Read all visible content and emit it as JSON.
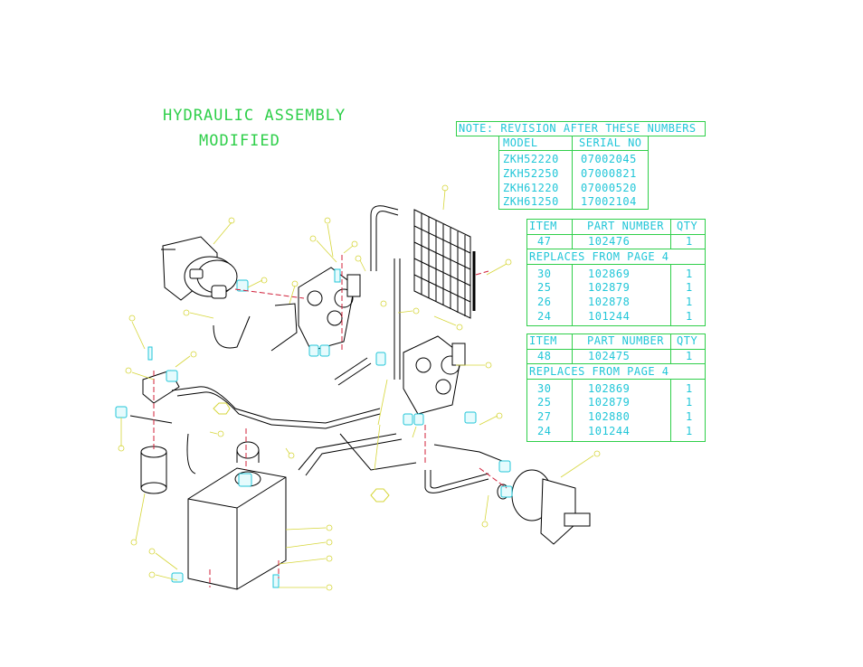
{
  "title": {
    "line1": "HYDRAULIC ASSEMBLY",
    "line2": "MODIFIED"
  },
  "note_table": {
    "header": "NOTE: REVISION AFTER THESE NUMBERS",
    "col_model": "MODEL",
    "col_serial": "SERIAL NO",
    "rows": [
      {
        "model": "ZKH52220",
        "serial": "07002045"
      },
      {
        "model": "ZKH52250",
        "serial": "07000821"
      },
      {
        "model": "ZKH61220",
        "serial": "07000520"
      },
      {
        "model": "ZKH61250",
        "serial": "17002104"
      }
    ]
  },
  "parts_table_1": {
    "col_item": "ITEM",
    "col_part": "PART NUMBER",
    "col_qty": "QTY",
    "new_row": {
      "item": "47",
      "part": "102476",
      "qty": "1"
    },
    "replaces_label": "REPLACES FROM PAGE 4",
    "rows": [
      {
        "item": "30",
        "part": "102869",
        "qty": "1"
      },
      {
        "item": "25",
        "part": "102879",
        "qty": "1"
      },
      {
        "item": "26",
        "part": "102878",
        "qty": "1"
      },
      {
        "item": "24",
        "part": "101244",
        "qty": "1"
      }
    ]
  },
  "parts_table_2": {
    "col_item": "ITEM",
    "col_part": "PART NUMBER",
    "col_qty": "QTY",
    "new_row": {
      "item": "48",
      "part": "102475",
      "qty": "1"
    },
    "replaces_label": "REPLACES FROM PAGE 4",
    "rows": [
      {
        "item": "30",
        "part": "102869",
        "qty": "1"
      },
      {
        "item": "25",
        "part": "102879",
        "qty": "1"
      },
      {
        "item": "27",
        "part": "102880",
        "qty": "1"
      },
      {
        "item": "24",
        "part": "101244",
        "qty": "1"
      }
    ]
  },
  "colors": {
    "text_green": "#2fcf4a",
    "table_cyan": "#21c6d8",
    "callout_yellow": "#d6d63a",
    "centerline_red": "#d0203a",
    "linework": "#000000"
  }
}
